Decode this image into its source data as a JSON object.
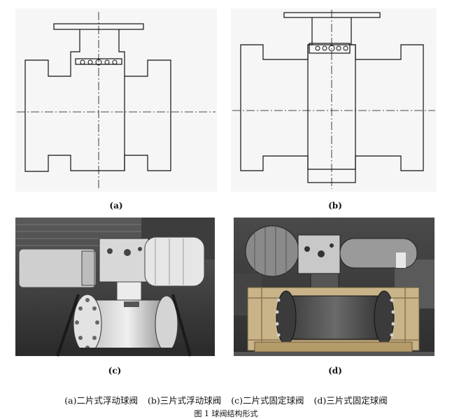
{
  "figure": {
    "label_a": "(a)",
    "label_b": "(b)",
    "label_c": "(c)",
    "label_d": "(d)",
    "caption_items": [
      "(a)二片式浮动球阀",
      "(b)三片式浮动球阀",
      "(c)二片式固定球阀",
      "(d)三片式固定球阀"
    ],
    "title": "图 1  球阀结构形式"
  }
}
